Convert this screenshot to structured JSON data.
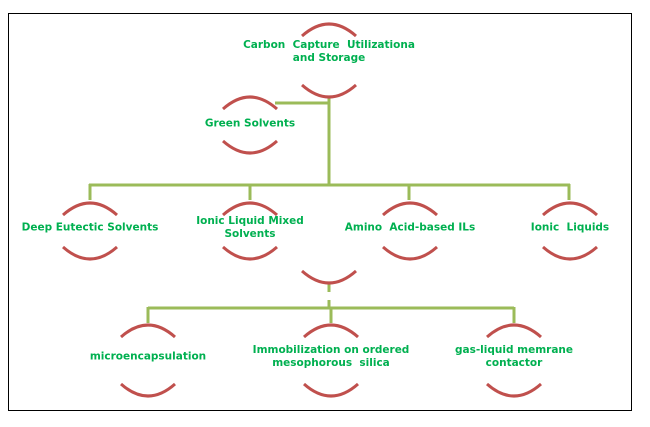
{
  "colors": {
    "line": "#9bbb59",
    "arc": "#c0504d",
    "text": "#00b050"
  },
  "root": {
    "label": "Carbon  Capture  Utilizationa\nand Storage"
  },
  "green_solvents": {
    "label": "Green Solvents"
  },
  "level1": [
    {
      "label": "Deep Eutectic Solvents"
    },
    {
      "label": "Ionic Liquid Mixed\nSolvents"
    },
    {
      "label": "Amino  Acid-based ILs"
    },
    {
      "label": "Ionic  Liquids"
    }
  ],
  "level2": [
    {
      "label": "microencapsulation"
    },
    {
      "label": "Immobilization on ordered\nmesophorous  silica"
    },
    {
      "label": "gas-liquid memrane\ncontactor"
    }
  ]
}
